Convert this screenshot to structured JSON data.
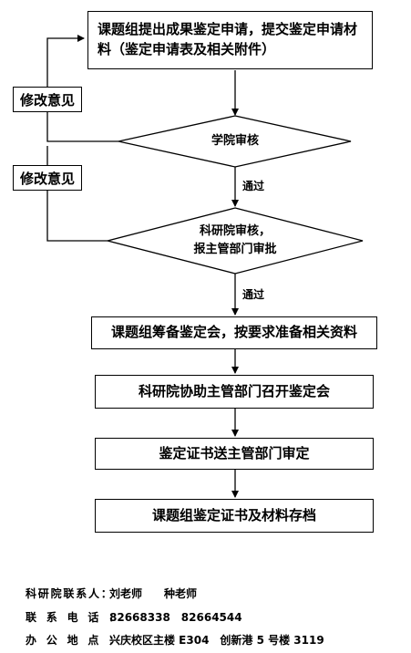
{
  "flow": {
    "step1": "课题组提出成果鉴定申请，提交鉴定申请材料（鉴定申请表及相关附件）",
    "revise1": "修改意见",
    "revise2": "修改意见",
    "review1": "学院审核",
    "pass1": "通过",
    "review2_line1": "科研院审核，",
    "review2_line2": "报主管部门审批",
    "pass2": "通过",
    "step2": "课题组筹备鉴定会，按要求准备相关资料",
    "step3": "科研院协助主管部门召开鉴定会",
    "step4": "鉴定证书送主管部门审定",
    "step5": "课题组鉴定证书及材料存档"
  },
  "footer": {
    "contact_label": "科研院联系人：",
    "contact_value": "刘老师　　种老师",
    "phone_label": "联系电话：",
    "phone_value": "82668338　82664544",
    "address_label": "办公地点：",
    "address_value": "兴庆校区主楼 E304　创新港 5 号楼 3119"
  }
}
